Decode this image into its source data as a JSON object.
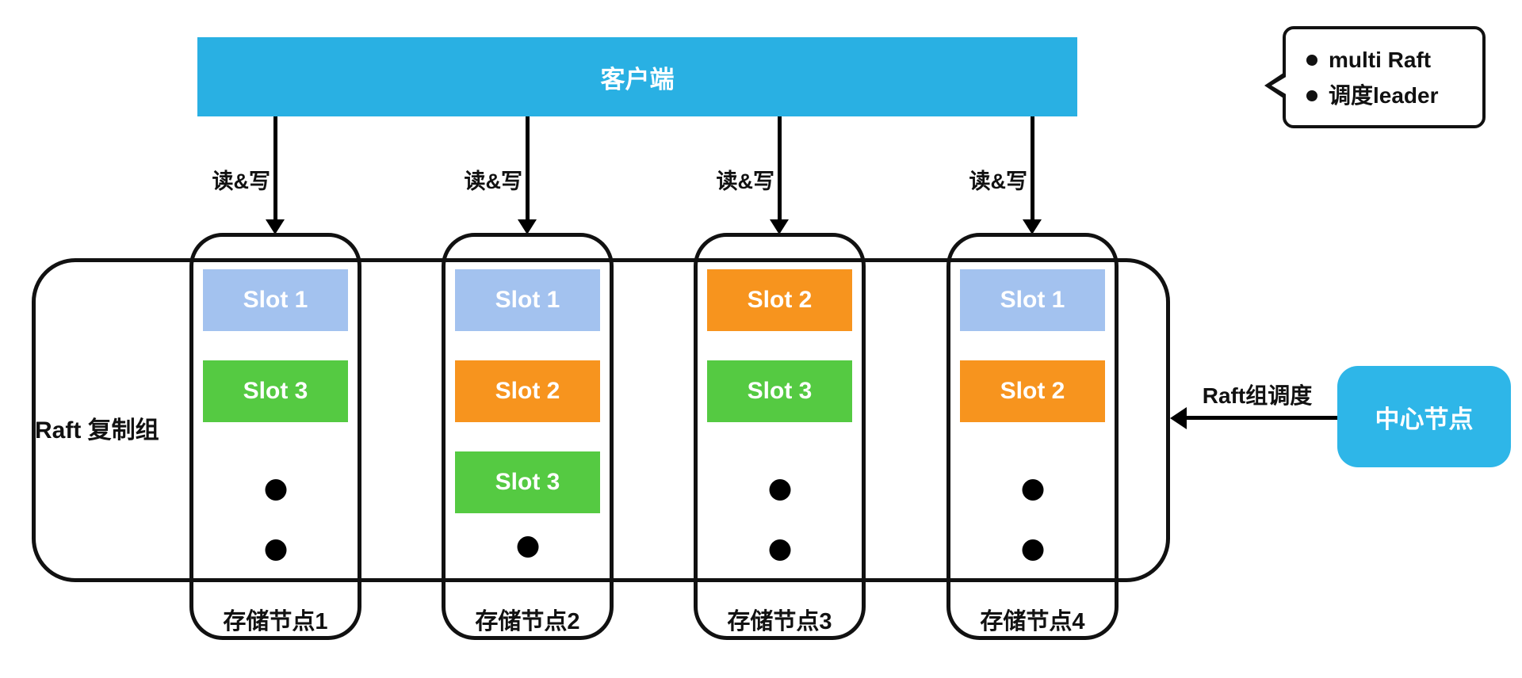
{
  "client_bar": {
    "label": "客户端",
    "color": "#29b0e3",
    "text_color": "#ffffff"
  },
  "read_write_label": "读&写",
  "raft_group": {
    "label": "Raft 复制组"
  },
  "storage_nodes": [
    {
      "label": "存储节点1",
      "dots": 2,
      "slots": [
        {
          "name": "Slot 1",
          "color": "#a3c2ef"
        },
        {
          "name": "Slot 3",
          "color": "#55ca42"
        }
      ]
    },
    {
      "label": "存储节点2",
      "dots": 1,
      "slots": [
        {
          "name": "Slot 1",
          "color": "#a3c2ef"
        },
        {
          "name": "Slot 2",
          "color": "#f7941e"
        },
        {
          "name": "Slot 3",
          "color": "#55ca42"
        }
      ]
    },
    {
      "label": "存储节点3",
      "dots": 2,
      "slots": [
        {
          "name": "Slot 2",
          "color": "#f7941e"
        },
        {
          "name": "Slot 3",
          "color": "#55ca42"
        }
      ]
    },
    {
      "label": "存储节点4",
      "dots": 2,
      "slots": [
        {
          "name": "Slot 1",
          "color": "#a3c2ef"
        },
        {
          "name": "Slot 2",
          "color": "#f7941e"
        }
      ]
    }
  ],
  "callout": {
    "items": [
      "multi Raft",
      "调度leader"
    ]
  },
  "scheduler": {
    "arrow_label": "Raft组调度",
    "center_node_label": "中心节点",
    "color": "#2eb6e8"
  }
}
